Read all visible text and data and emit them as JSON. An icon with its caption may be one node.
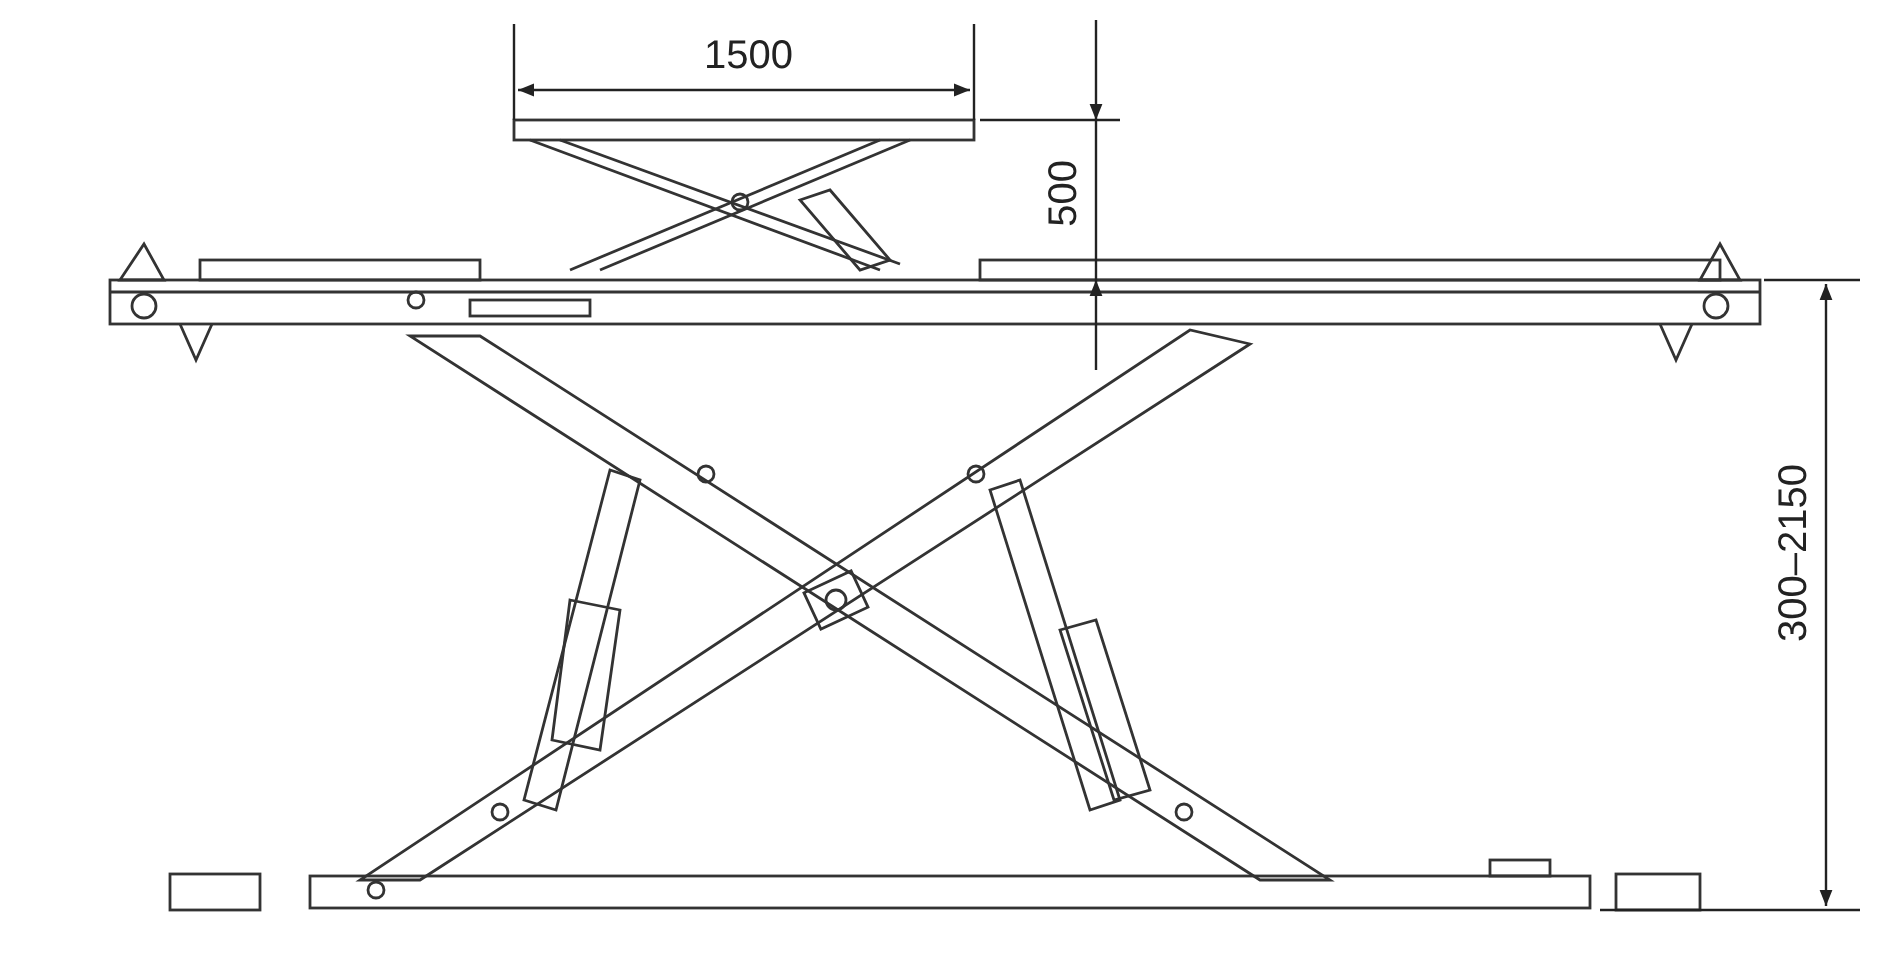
{
  "diagram": {
    "labels": [
      "1500",
      "500",
      "300–2150"
    ]
  }
}
